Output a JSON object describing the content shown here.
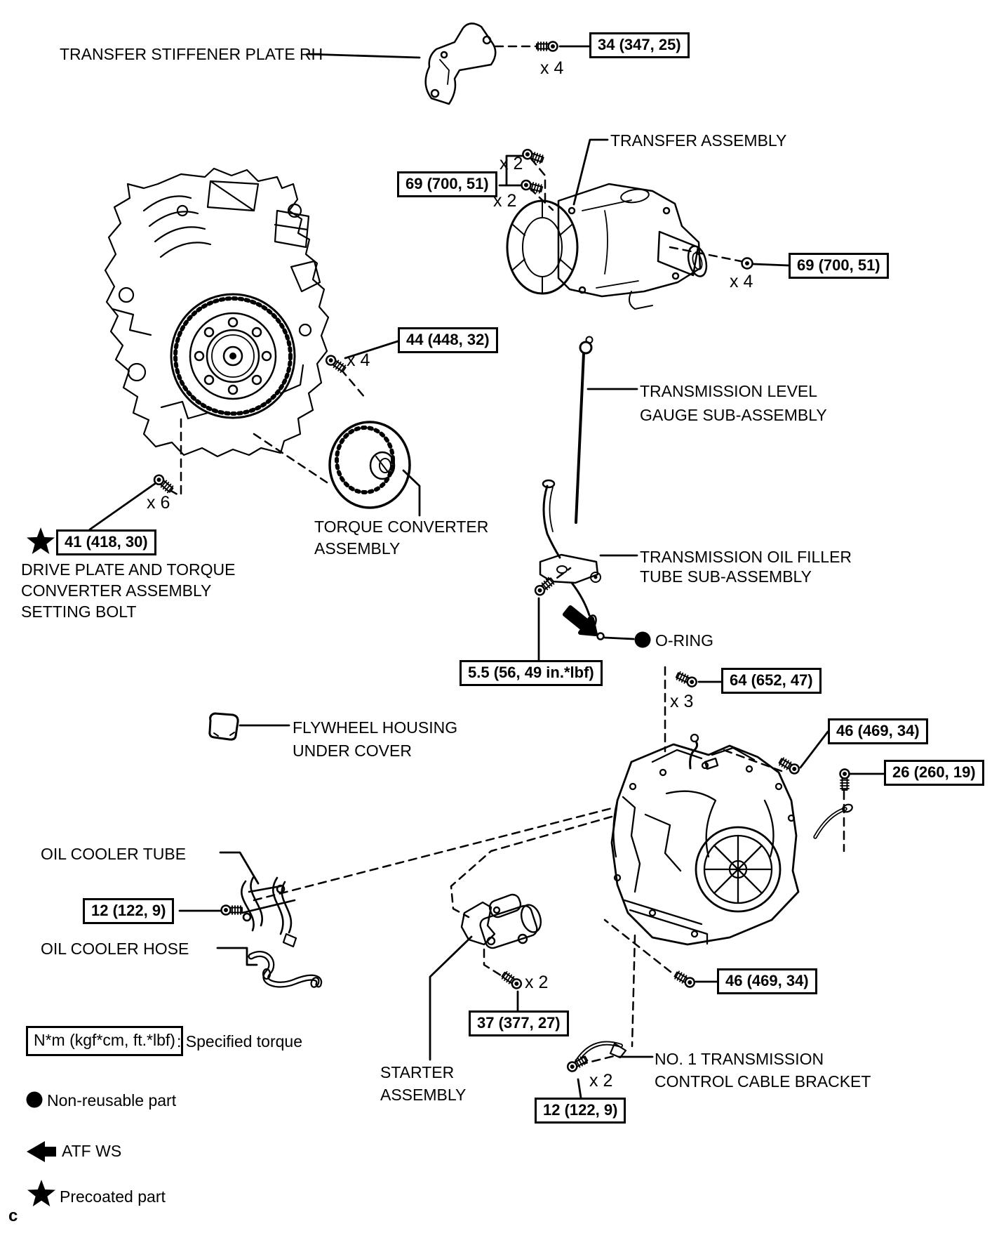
{
  "page": {
    "marker": "c",
    "background": "#ffffff",
    "ink": "#000000"
  },
  "labels": {
    "transfer_stiffener": "TRANSFER STIFFENER PLATE RH",
    "transfer_assembly": "TRANSFER ASSEMBLY",
    "level_gauge_1": "TRANSMISSION LEVEL",
    "level_gauge_2": "GAUGE SUB-ASSEMBLY",
    "torque_converter_1": "TORQUE CONVERTER",
    "torque_converter_2": "ASSEMBLY",
    "drive_plate_1": "DRIVE PLATE AND TORQUE",
    "drive_plate_2": "CONVERTER ASSEMBLY",
    "drive_plate_3": "SETTING BOLT",
    "filler_tube_1": "TRANSMISSION OIL FILLER",
    "filler_tube_2": "TUBE SUB-ASSEMBLY",
    "o_ring": "O-RING",
    "flywheel_cover_1": "FLYWHEEL HOUSING",
    "flywheel_cover_2": "UNDER COVER",
    "oil_cooler_tube": "OIL COOLER TUBE",
    "oil_cooler_hose": "OIL COOLER HOSE",
    "starter_1": "STARTER",
    "starter_2": "ASSEMBLY",
    "cable_bracket_1": "NO. 1 TRANSMISSION",
    "cable_bracket_2": "CONTROL CABLE BRACKET"
  },
  "torques": {
    "stiffener": {
      "value": "34 (347, 25)",
      "qty": "x 4"
    },
    "transfer_upper": {
      "value": "69 (700, 51)",
      "qty_a": "x 2",
      "qty_b": "x 2"
    },
    "transfer_lower": {
      "value": "69 (700, 51)",
      "qty": "x 4"
    },
    "drive_plate": {
      "value": "44 (448, 32)",
      "qty": "x 4"
    },
    "setting_bolt": {
      "value": "41 (418, 30)",
      "qty": "x 6"
    },
    "filler_tube": {
      "value": "5.5 (56, 49 in.*lbf)"
    },
    "mount": {
      "value": "64 (652, 47)",
      "qty": "x 3"
    },
    "bracket_upper": {
      "value": "46 (469, 34)"
    },
    "stay": {
      "value": "26 (260, 19)"
    },
    "oil_cooler": {
      "value": "12 (122, 9)"
    },
    "starter": {
      "value": "37 (377, 27)",
      "qty": "x 2"
    },
    "bracket_lower": {
      "value": "46 (469, 34)"
    },
    "cable_bracket": {
      "value": "12 (122, 9)",
      "qty": "x 2"
    }
  },
  "legend": {
    "torque_box_label": "N*m (kgf*cm, ft.*lbf)",
    "torque_caption": ": Specified torque",
    "non_reusable": "Non-reusable part",
    "atf": "ATF WS",
    "precoated": "Precoated part",
    "icons": {
      "non_reusable": "filled-circle",
      "atf": "left-arrow",
      "precoated": "star"
    }
  }
}
